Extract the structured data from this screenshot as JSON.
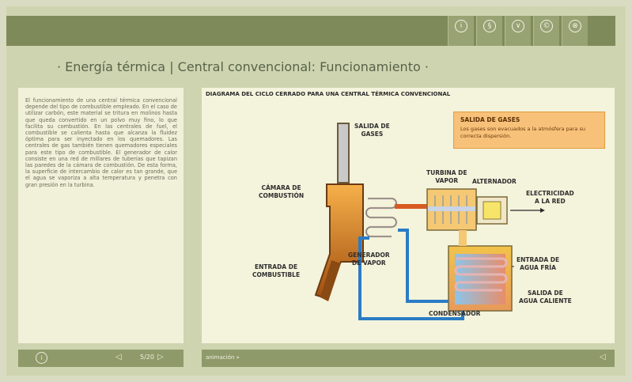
{
  "toolbar": {
    "buttons": [
      {
        "icon": "info-icon",
        "glyph": "i"
      },
      {
        "icon": "settings-icon",
        "glyph": "§"
      },
      {
        "icon": "help-icon",
        "glyph": "∨"
      },
      {
        "icon": "copyright-icon",
        "glyph": "©"
      },
      {
        "icon": "close-icon",
        "glyph": "⊗"
      }
    ]
  },
  "header": {
    "title": "· Energía térmica | Central convencional: Funcionamiento ·"
  },
  "left_panel": {
    "text": "El funcionamiento de una central térmica convencional depende del tipo de combustible empleado. En el caso de utilizar carbón, este material se tritura en molinos hasta que queda convertido en un polvo muy fino, lo que facilita su combustión. En las centrales de fuel, el combustible se calienta hasta que alcanza la fluidez óptima para ser inyectado en los quemadores. Las centrales de gas también tienen quemadores especiales para este tipo de combustible. El generador de calor consiste en una red de millares de tuberías que tapizan las paredes de la cámara de combustión. De esta forma, la superficie de intercambio de calor es tan grande, que el agua se vaporiza a alta temperatura y penetra con gran presión en la turbina."
  },
  "diagram": {
    "title": "DIAGRAMA DEL CICLO CERRADO PARA UNA CENTRAL TÉRMICA CONVENCIONAL",
    "info_box": {
      "title": "SALIDA DE GASES",
      "text": "Los gases son evacuados a la atmósfera para su correcta dispersión."
    },
    "labels": {
      "salida_gases": "SALIDA DE\nGASES",
      "camara": "CÁMARA DE\nCOMBUSTIÓN",
      "turbina": "TURBINA DE\nVAPOR",
      "alternador": "ALTERNADOR",
      "electricidad": "ELECTRICIDAD\nA LA RED",
      "entrada_combustible": "ENTRADA DE\nCOMBUSTIBLE",
      "generador": "GENERADOR\nDE VAPOR",
      "entrada_agua": "ENTRADA DE\nAGUA FRÍA",
      "salida_agua": "SALIDA DE\nAGUA CALIENTE",
      "condensador": "CONDENSADOR"
    },
    "colors": {
      "chamber_top": "#f6b04a",
      "chamber_bottom": "#a24f10",
      "hot_pipe": "#e05a20",
      "cold_pipe": "#2a7cc4",
      "condenser": "#f2c34a"
    }
  },
  "footer": {
    "page_indicator": "5/20",
    "animation_label": "animación »",
    "info_glyph": "i",
    "prev_glyph": "◁",
    "next_glyph": "▷",
    "back_glyph": "◁"
  }
}
